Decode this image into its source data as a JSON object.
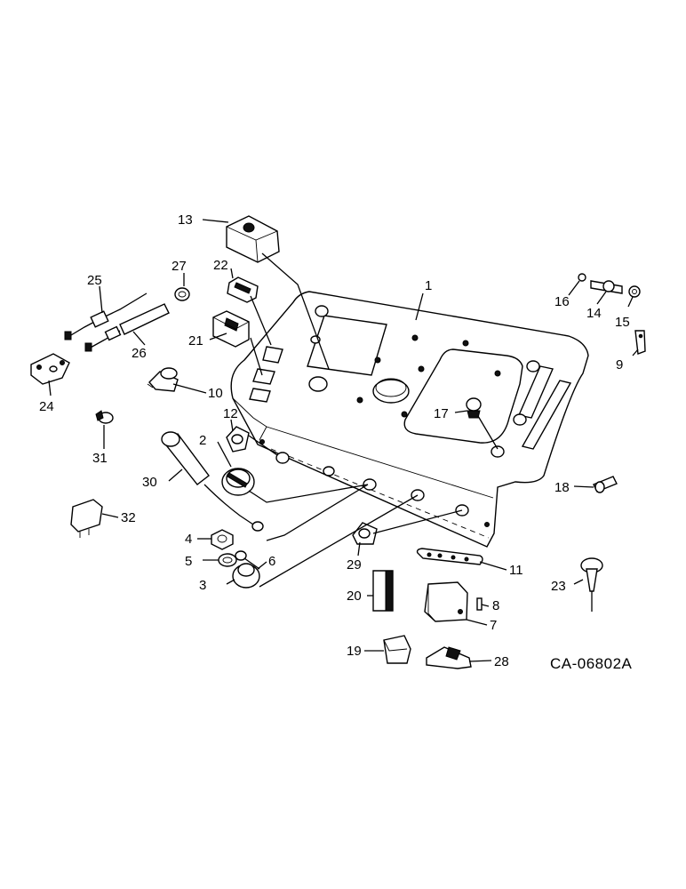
{
  "drawing_ref": "CA-06802A",
  "callouts": [
    "1",
    "2",
    "3",
    "4",
    "5",
    "6",
    "7",
    "8",
    "9",
    "10",
    "11",
    "12",
    "13",
    "14",
    "15",
    "16",
    "17",
    "18",
    "19",
    "20",
    "21",
    "22",
    "23",
    "24",
    "25",
    "26",
    "27",
    "28",
    "29",
    "30",
    "31",
    "32"
  ]
}
